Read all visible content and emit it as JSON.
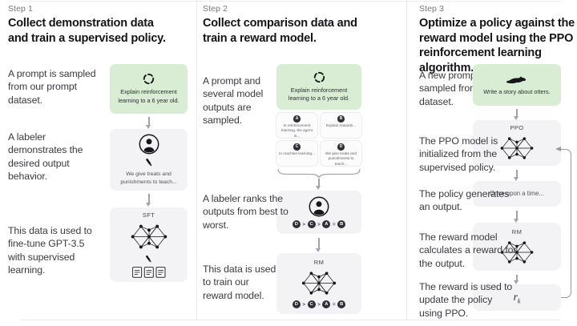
{
  "diagram": {
    "step1": {
      "label": "Step 1",
      "title": "Collect demonstration data and train a supervised policy.",
      "row1": "A prompt is sampled from our prompt dataset.",
      "prompt": "Explain reinforcement learning to a 6 year old.",
      "row2": "A labeler demonstrates the desired output behavior.",
      "labeler_caption": "We give treats and punishments to teach...",
      "row3": "This data is used to fine-tune GPT-3.5 with supervised learning.",
      "model_label": "SFT"
    },
    "step2": {
      "label": "Step 2",
      "title": "Collect comparison data and train a reward model.",
      "row1": "A prompt and several model outputs are sampled.",
      "prompt": "Explain reinforcement learning to a 6 year old.",
      "outputs": [
        {
          "id": "A",
          "text": "In reinforcement learning, the agent is..."
        },
        {
          "id": "B",
          "text": "Explain rewards..."
        },
        {
          "id": "C",
          "text": "In machine learning..."
        },
        {
          "id": "D",
          "text": "We give treats and punishments to teach..."
        }
      ],
      "row2": "A labeler ranks the outputs from best to worst.",
      "ranking": [
        "D",
        ">",
        "C",
        ">",
        "A",
        "=",
        "B"
      ],
      "row3": "This data is used to train our reward model.",
      "model_label": "RM"
    },
    "step3": {
      "label": "Step 3",
      "title": "Optimize a policy against the reward model using the PPO reinforcement learning algorithm.",
      "row1": "A new prompt is sampled from the dataset.",
      "prompt": "Write a story about otters.",
      "row2": "The PPO model is initialized from the supervised policy.",
      "ppo_label": "PPO",
      "row3": "The policy generates an output.",
      "output_text": "Once upon a time...",
      "row4": "The reward model calculates a reward for the output.",
      "rm_label": "RM",
      "row5": "The reward is used to update the policy using PPO.",
      "reward_symbol": "r",
      "reward_subscript": "k"
    },
    "colors": {
      "prompt_green": "#d8edd4",
      "box_gray": "#f3f3f5",
      "ink": "#17171b"
    }
  }
}
